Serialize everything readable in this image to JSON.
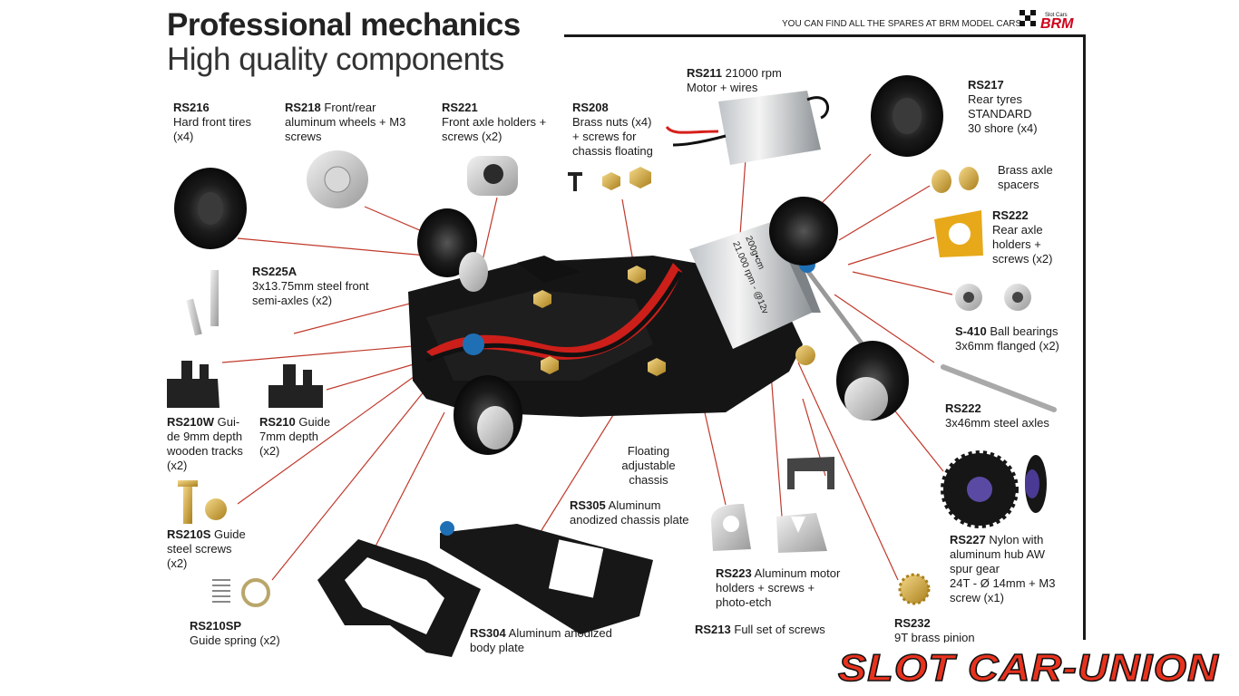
{
  "header": {
    "title": "Professional mechanics",
    "subtitle": "High quality components",
    "tagline": "YOU CAN FIND ALL THE SPARES AT BRM MODEL CARS",
    "brand_small": "Slot Cars",
    "brand": "BRM"
  },
  "watermark": {
    "text": "SLOT CAR-UNION"
  },
  "colors": {
    "leader": "#c0392b",
    "accent_red": "#e8321e",
    "anodized_blue": "#1f6fb5"
  },
  "labels": {
    "rs216": {
      "code": "RS216",
      "lines": [
        "Hard front tires",
        "(x4)"
      ]
    },
    "rs218": {
      "code": "RS218",
      "lines": [
        "Front/rear",
        "aluminum wheels + M3",
        "screws"
      ]
    },
    "rs221": {
      "code": "RS221",
      "lines": [
        "Front axle holders +",
        "screws (x2)"
      ]
    },
    "rs208": {
      "code": "RS208",
      "lines": [
        "Brass nuts (x4)",
        "+ screws for",
        "chassis floating"
      ]
    },
    "rs211": {
      "code": "RS211",
      "rest": "21000 rpm",
      "lines": [
        "Motor + wires"
      ]
    },
    "rs217": {
      "code": "RS217",
      "lines": [
        "Rear tyres",
        "STANDARD",
        "30 shore (x4)"
      ]
    },
    "spacers": {
      "lines": [
        "Brass axle",
        "spacers"
      ]
    },
    "rs222a": {
      "code": "RS222",
      "lines": [
        "Rear axle",
        "holders +",
        "screws (x2)"
      ]
    },
    "rs225a": {
      "code": "RS225A",
      "lines": [
        "3x13.75mm steel front",
        "semi-axles (x2)"
      ]
    },
    "s410": {
      "code": "S-410",
      "rest": "Ball bearings",
      "lines": [
        "3x6mm flanged (x2)"
      ]
    },
    "rs222b": {
      "code": "RS222",
      "lines": [
        "3x46mm steel axles"
      ]
    },
    "rs210w": {
      "code": "RS210W",
      "rest": "Gui-",
      "lines": [
        "de 9mm depth",
        "wooden tracks",
        "(x2)"
      ]
    },
    "rs210": {
      "code": "RS210",
      "rest": "Guide",
      "lines": [
        "7mm depth",
        "(x2)"
      ]
    },
    "floating": {
      "lines": [
        "Floating",
        "adjustable",
        "chassis"
      ]
    },
    "rs305": {
      "code": "RS305",
      "rest": "Aluminum",
      "lines": [
        "anodized chassis plate"
      ]
    },
    "rs210s": {
      "code": "RS210S",
      "rest": "Guide",
      "lines": [
        "steel screws",
        "(x2)"
      ]
    },
    "rs227": {
      "code": "RS227",
      "rest": "Nylon with",
      "lines": [
        "aluminum hub AW",
        "spur gear",
        "24T  - Ø 14mm + M3",
        "screw (x1)"
      ]
    },
    "rs223": {
      "code": "RS223",
      "rest": "Aluminum motor",
      "lines": [
        "holders + screws +",
        "photo-etch"
      ]
    },
    "rs210sp": {
      "code": "RS210SP",
      "lines": [
        "Guide spring (x2)"
      ]
    },
    "rs304": {
      "code": "RS304",
      "rest": "Aluminum anodized",
      "lines": [
        "body plate"
      ]
    },
    "rs213": {
      "code": "RS213",
      "rest": "Full set of screws"
    },
    "rs232": {
      "code": "RS232",
      "lines": [
        "9T brass pinion"
      ]
    }
  },
  "motor_print": {
    "line1": "21.000 rpm - @12v",
    "line2": "200g•cm"
  },
  "icons": [
    "tire",
    "wheel",
    "axle-holder",
    "brass-nut",
    "motor",
    "spacer",
    "bearing",
    "axle",
    "guide",
    "spring",
    "gear",
    "chassis-plate"
  ]
}
